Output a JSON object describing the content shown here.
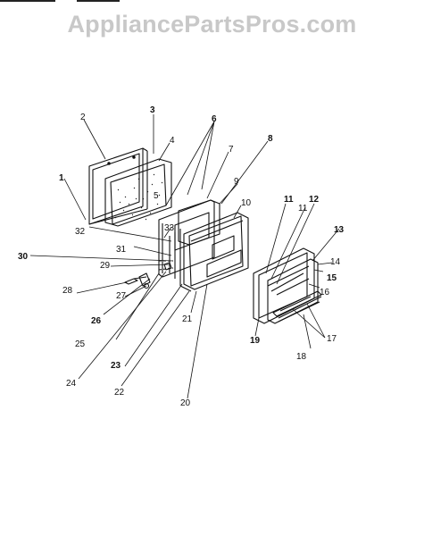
{
  "watermark": "AppliancePartsPros.com",
  "callouts": [
    "1",
    "2",
    "3",
    "4",
    "5",
    "6",
    "7",
    "8",
    "9",
    "10",
    "11",
    "12",
    "13",
    "14",
    "15",
    "16",
    "17",
    "18",
    "19",
    "20",
    "21",
    "22",
    "23",
    "24",
    "25",
    "26",
    "27",
    "28",
    "29",
    "30",
    "31",
    "32",
    "33",
    "11"
  ]
}
